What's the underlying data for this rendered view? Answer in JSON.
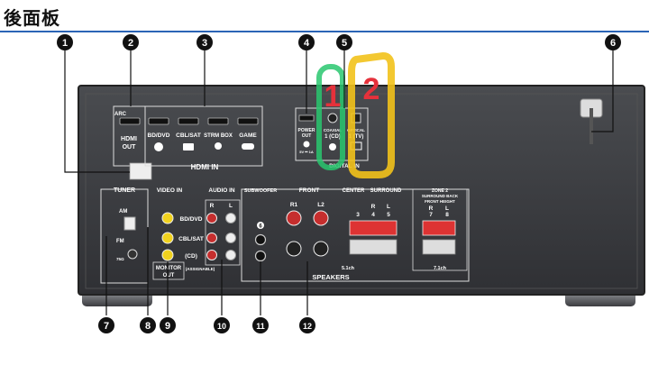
{
  "page": {
    "title": "後面板"
  },
  "callouts": [
    "1",
    "2",
    "3",
    "4",
    "5",
    "6",
    "7",
    "8",
    "9",
    "10",
    "11",
    "12"
  ],
  "annotations": {
    "mark1": "1",
    "mark2": "2"
  },
  "panel": {
    "arc": "ARC",
    "hdmi_out": [
      "HDMI",
      "OUT"
    ],
    "hdmi_inputs": [
      "BD/DVD",
      "CBL/SAT",
      "STRM BOX",
      "GAME"
    ],
    "hdmi_in": "HDMI IN",
    "power_out": [
      "POWER",
      "OUT"
    ],
    "power_out_spec": "5V ⎓ 1A",
    "coaxial": [
      "COAXIAL",
      "1 (CD)"
    ],
    "optical": [
      "OPTICAL",
      "1 (TV)"
    ],
    "digital_in": "DIGITAL IN",
    "tuner": "TUNER",
    "am": "AM",
    "fm": "FM",
    "fm_ohm": "75Ω",
    "video_in": "VIDEO IN",
    "audio_in": "AUDIO IN",
    "ch_r": "R",
    "ch_l": "L",
    "av_inputs": [
      "BD/DVD",
      "CBL/SAT",
      "(CD)"
    ],
    "assignable": "(ASSIGNABLE)",
    "monitor_out": [
      "MONITOR",
      "OUT"
    ],
    "subwoofer": "SUBWOOFER",
    "front": "FRONT",
    "front_r": "R1",
    "front_l": "L2",
    "center": "CENTER",
    "surround": "SURROUND",
    "zone2": [
      "ZONE 2",
      "SURROUND BACK",
      "FRONT HEIGHT"
    ],
    "sp_nums": [
      "3",
      "4",
      "5",
      "7",
      "8"
    ],
    "sp_r": "R",
    "sp_l": "L",
    "sub_num": "6",
    "ch51": "5.1ch",
    "ch71": "7.1ch",
    "speakers": "SPEAKERS"
  },
  "colors": {
    "accent_rule": "#2b64b6",
    "highlight_green": "#29c76f",
    "highlight_yellow": "#f2c21b",
    "mark_red": "#e5313b",
    "panel": "#3c3e42"
  }
}
